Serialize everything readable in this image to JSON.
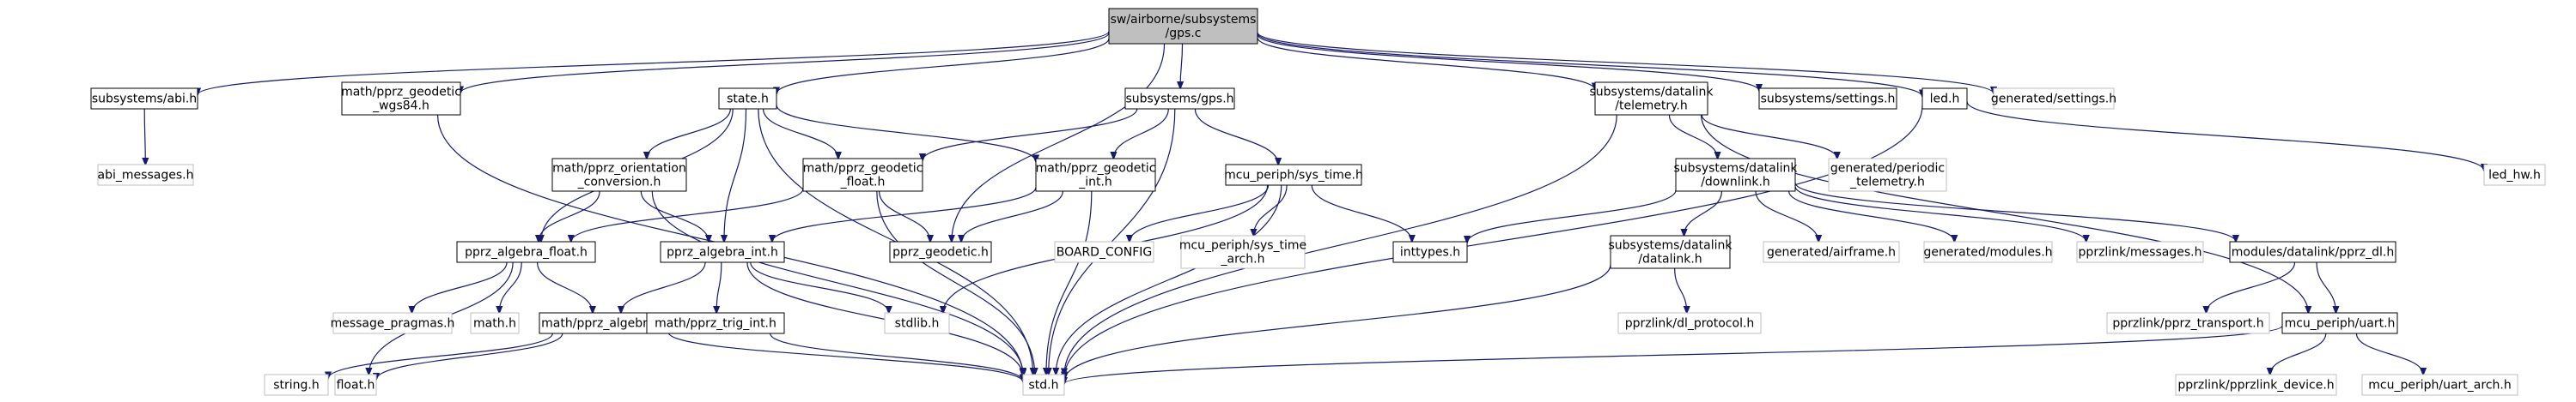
{
  "colors": {
    "edge": "#191970",
    "root_fill": "#bfbfbf",
    "node_border": "#000000",
    "external_border": "#bfbfbf"
  },
  "nodes": [
    {
      "id": "gps_c",
      "lines": [
        "sw/airborne/subsystems",
        "/gps.c"
      ],
      "style": "root"
    },
    {
      "id": "abi",
      "lines": [
        "subsystems/abi.h"
      ],
      "style": "normal"
    },
    {
      "id": "wgs84",
      "lines": [
        "math/pprz_geodetic",
        "_wgs84.h"
      ],
      "style": "normal"
    },
    {
      "id": "state",
      "lines": [
        "state.h"
      ],
      "style": "normal"
    },
    {
      "id": "subgps",
      "lines": [
        "subsystems/gps.h"
      ],
      "style": "normal"
    },
    {
      "id": "telemetry",
      "lines": [
        "subsystems/datalink",
        "/telemetry.h"
      ],
      "style": "normal"
    },
    {
      "id": "settings",
      "lines": [
        "subsystems/settings.h"
      ],
      "style": "normal"
    },
    {
      "id": "led",
      "lines": [
        "led.h"
      ],
      "style": "normal"
    },
    {
      "id": "gensettings",
      "lines": [
        "generated/settings.h"
      ],
      "style": "gray"
    },
    {
      "id": "abimsg",
      "lines": [
        "abi_messages.h"
      ],
      "style": "gray"
    },
    {
      "id": "orient",
      "lines": [
        "math/pprz_orientation",
        "_conversion.h"
      ],
      "style": "normal"
    },
    {
      "id": "geofloat",
      "lines": [
        "math/pprz_geodetic",
        "_float.h"
      ],
      "style": "normal"
    },
    {
      "id": "geoint",
      "lines": [
        "math/pprz_geodetic",
        "_int.h"
      ],
      "style": "normal"
    },
    {
      "id": "systime",
      "lines": [
        "mcu_periph/sys_time.h"
      ],
      "style": "normal"
    },
    {
      "id": "downlink",
      "lines": [
        "subsystems/datalink",
        "/downlink.h"
      ],
      "style": "normal"
    },
    {
      "id": "periodic",
      "lines": [
        "generated/periodic",
        "_telemetry.h"
      ],
      "style": "gray"
    },
    {
      "id": "ledhw",
      "lines": [
        "led_hw.h"
      ],
      "style": "gray"
    },
    {
      "id": "algfloat",
      "lines": [
        "pprz_algebra_float.h"
      ],
      "style": "normal"
    },
    {
      "id": "algint",
      "lines": [
        "pprz_algebra_int.h"
      ],
      "style": "normal"
    },
    {
      "id": "geodetic",
      "lines": [
        "pprz_geodetic.h"
      ],
      "style": "normal"
    },
    {
      "id": "board",
      "lines": [
        "BOARD_CONFIG"
      ],
      "style": "gray"
    },
    {
      "id": "systimearch",
      "lines": [
        "mcu_periph/sys_time",
        "_arch.h"
      ],
      "style": "gray"
    },
    {
      "id": "inttypes",
      "lines": [
        "inttypes.h"
      ],
      "style": "normal"
    },
    {
      "id": "datalink",
      "lines": [
        "subsystems/datalink",
        "/datalink.h"
      ],
      "style": "normal"
    },
    {
      "id": "airframe",
      "lines": [
        "generated/airframe.h"
      ],
      "style": "gray"
    },
    {
      "id": "modules",
      "lines": [
        "generated/modules.h"
      ],
      "style": "gray"
    },
    {
      "id": "pprzmsg",
      "lines": [
        "pprzlink/messages.h"
      ],
      "style": "gray"
    },
    {
      "id": "pprzdl",
      "lines": [
        "modules/datalink/pprz_dl.h"
      ],
      "style": "normal"
    },
    {
      "id": "msgpragmas",
      "lines": [
        "message_pragmas.h"
      ],
      "style": "gray"
    },
    {
      "id": "math",
      "lines": [
        "math.h"
      ],
      "style": "gray"
    },
    {
      "id": "algebra",
      "lines": [
        "math/pprz_algebra.h"
      ],
      "style": "normal"
    },
    {
      "id": "trigint",
      "lines": [
        "math/pprz_trig_int.h"
      ],
      "style": "normal"
    },
    {
      "id": "stdlib",
      "lines": [
        "stdlib.h"
      ],
      "style": "gray"
    },
    {
      "id": "dlproto",
      "lines": [
        "pprzlink/dl_protocol.h"
      ],
      "style": "gray"
    },
    {
      "id": "transport",
      "lines": [
        "pprzlink/pprz_transport.h"
      ],
      "style": "gray"
    },
    {
      "id": "uart",
      "lines": [
        "mcu_periph/uart.h"
      ],
      "style": "normal"
    },
    {
      "id": "string",
      "lines": [
        "string.h"
      ],
      "style": "gray"
    },
    {
      "id": "float",
      "lines": [
        "float.h"
      ],
      "style": "gray"
    },
    {
      "id": "std",
      "lines": [
        "std.h"
      ],
      "style": "gray"
    },
    {
      "id": "pprzdev",
      "lines": [
        "pprzlink/pprzlink_device.h"
      ],
      "style": "gray"
    },
    {
      "id": "uartarch",
      "lines": [
        "mcu_periph/uart_arch.h"
      ],
      "style": "gray"
    }
  ],
  "edges": [
    [
      "gps_c",
      "abi"
    ],
    [
      "gps_c",
      "wgs84"
    ],
    [
      "gps_c",
      "state"
    ],
    [
      "gps_c",
      "subgps"
    ],
    [
      "gps_c",
      "geodetic"
    ],
    [
      "gps_c",
      "telemetry"
    ],
    [
      "gps_c",
      "settings"
    ],
    [
      "gps_c",
      "led"
    ],
    [
      "gps_c",
      "gensettings"
    ],
    [
      "abi",
      "abimsg"
    ],
    [
      "wgs84",
      "std"
    ],
    [
      "state",
      "orient"
    ],
    [
      "state",
      "geofloat"
    ],
    [
      "state",
      "geoint"
    ],
    [
      "state",
      "algfloat"
    ],
    [
      "state",
      "algint"
    ],
    [
      "state",
      "std"
    ],
    [
      "subgps",
      "geofloat"
    ],
    [
      "subgps",
      "geoint"
    ],
    [
      "subgps",
      "systime"
    ],
    [
      "subgps",
      "std"
    ],
    [
      "telemetry",
      "downlink"
    ],
    [
      "telemetry",
      "periodic"
    ],
    [
      "telemetry",
      "std"
    ],
    [
      "telemetry",
      "uart"
    ],
    [
      "led",
      "ledhw"
    ],
    [
      "led",
      "std"
    ],
    [
      "orient",
      "algfloat"
    ],
    [
      "orient",
      "algint"
    ],
    [
      "orient",
      "std"
    ],
    [
      "geofloat",
      "geodetic"
    ],
    [
      "geofloat",
      "algfloat"
    ],
    [
      "geofloat",
      "std"
    ],
    [
      "geoint",
      "geodetic"
    ],
    [
      "geoint",
      "algint"
    ],
    [
      "geoint",
      "std"
    ],
    [
      "systime",
      "board"
    ],
    [
      "systime",
      "systimearch"
    ],
    [
      "systime",
      "inttypes"
    ],
    [
      "systime",
      "stdlib"
    ],
    [
      "systime",
      "std"
    ],
    [
      "downlink",
      "datalink"
    ],
    [
      "downlink",
      "airframe"
    ],
    [
      "downlink",
      "modules"
    ],
    [
      "downlink",
      "pprzmsg"
    ],
    [
      "downlink",
      "pprzdl"
    ],
    [
      "downlink",
      "inttypes"
    ],
    [
      "algfloat",
      "algebra"
    ],
    [
      "algfloat",
      "msgpragmas"
    ],
    [
      "algfloat",
      "math"
    ],
    [
      "algfloat",
      "float"
    ],
    [
      "algint",
      "algebra"
    ],
    [
      "algint",
      "trigint"
    ],
    [
      "algint",
      "stdlib"
    ],
    [
      "algint",
      "std"
    ],
    [
      "algebra",
      "string"
    ],
    [
      "algebra",
      "float"
    ],
    [
      "algebra",
      "std"
    ],
    [
      "trigint",
      "std"
    ],
    [
      "datalink",
      "dlproto"
    ],
    [
      "datalink",
      "std"
    ],
    [
      "pprzdl",
      "transport"
    ],
    [
      "pprzdl",
      "uart"
    ],
    [
      "uart",
      "pprzdev"
    ],
    [
      "uart",
      "uartarch"
    ],
    [
      "uart",
      "std"
    ]
  ]
}
